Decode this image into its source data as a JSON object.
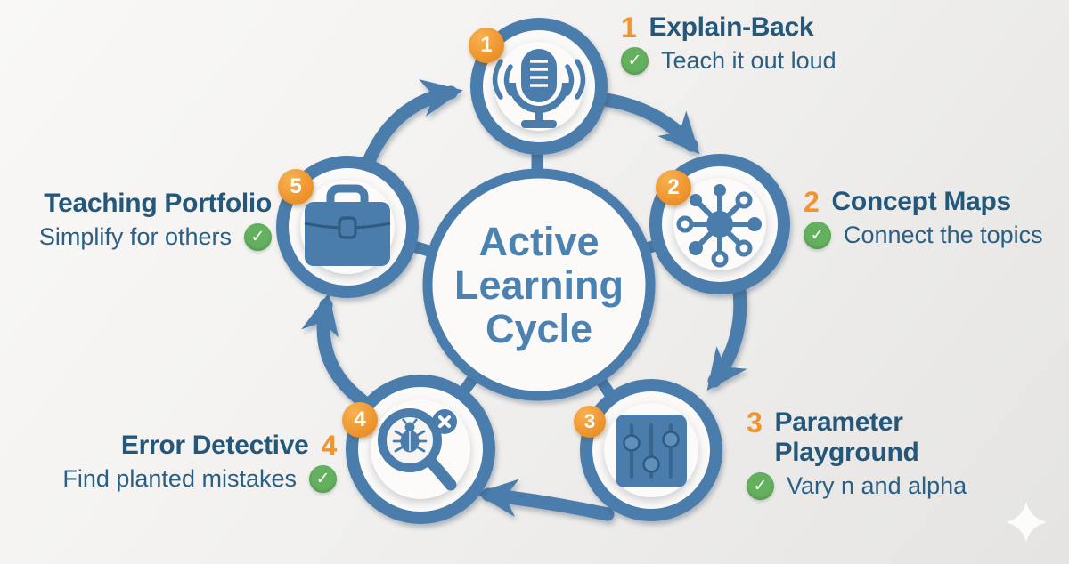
{
  "center": {
    "title_lines": [
      "Active",
      "Learning",
      "Cycle"
    ]
  },
  "steps": [
    {
      "number": "1",
      "title": "Explain-Back",
      "subtitle": "Teach it out loud",
      "icon": "microphone"
    },
    {
      "number": "2",
      "title": "Concept Maps",
      "subtitle": "Connect the topics",
      "icon": "concept-map"
    },
    {
      "number": "3",
      "title": "Parameter Playground",
      "subtitle": "Vary n and alpha",
      "icon": "sliders"
    },
    {
      "number": "4",
      "title": "Error Detective",
      "subtitle": "Find planted mistakes",
      "icon": "bug-magnifier"
    },
    {
      "number": "5",
      "title": "Teaching Portfolio",
      "subtitle": "Simplify for others",
      "icon": "briefcase"
    }
  ],
  "icons": {
    "check": "✓",
    "sparkle": "four-point-star"
  },
  "colors": {
    "node_blue": "#4a7dab",
    "dark_blue_edge": "#39668f",
    "heading_text": "#24587b",
    "subtitle_text": "#2a5f84",
    "center_text": "#4b82b1",
    "orange": "#ef9731",
    "green": "#63b05f",
    "disc_white": "#fcfbfa",
    "background_light": "#f9f8f6",
    "background_dark": "#e5e4e2"
  }
}
